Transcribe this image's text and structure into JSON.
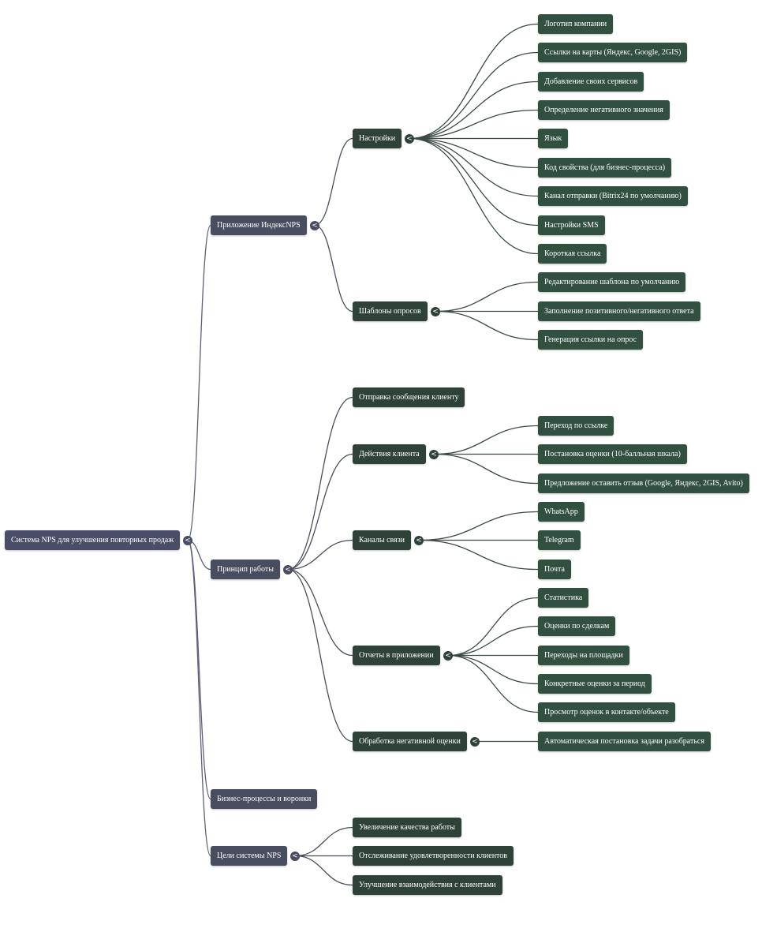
{
  "colors": {
    "root": "#4a4d68",
    "level1": "#484d5f",
    "level2": "#2e4238",
    "level3": "#325040",
    "link_root": "#5d5f78",
    "link_level1": "#4a4e5c",
    "link_level2": "#3b4a42"
  },
  "icons": {
    "expanded": "<",
    "collapsed": ">"
  },
  "root": {
    "label": "Система NPS для улучшения повторных продаж",
    "children": [
      {
        "label": "Приложение ИндексNPS",
        "children": [
          {
            "label": "Настройки",
            "children": [
              {
                "label": "Логотип компании"
              },
              {
                "label": "Ссылки на карты (Яндекс, Google, 2GIS)"
              },
              {
                "label": "Добавление своих сервисов"
              },
              {
                "label": "Определение негативного значения"
              },
              {
                "label": "Язык"
              },
              {
                "label": "Код свойства (для бизнес-процесса)"
              },
              {
                "label": "Канал отправки (Bitrix24 по умолчанию)"
              },
              {
                "label": "Настройки SMS"
              },
              {
                "label": "Короткая ссылка"
              }
            ]
          },
          {
            "label": "Шаблоны опросов",
            "children": [
              {
                "label": "Редактирование шаблона по умолчанию"
              },
              {
                "label": "Заполнение позитивного/негативного ответа"
              },
              {
                "label": "Генерация ссылки на опрос"
              }
            ]
          }
        ]
      },
      {
        "label": "Принцип работы",
        "children": [
          {
            "label": "Отправка сообщения клиенту",
            "collapsed": true
          },
          {
            "label": "Действия клиента",
            "children": [
              {
                "label": "Переход по ссылке"
              },
              {
                "label": "Постановка оценки (10-балльная шкала)"
              },
              {
                "label": "Предложение оставить отзыв (Google, Яндекс, 2GIS, Avito)"
              }
            ]
          },
          {
            "label": "Каналы связи",
            "children": [
              {
                "label": "WhatsApp"
              },
              {
                "label": "Telegram"
              },
              {
                "label": "Почта"
              }
            ]
          },
          {
            "label": "Отчеты в приложении",
            "children": [
              {
                "label": "Статистика"
              },
              {
                "label": "Оценки по сделкам"
              },
              {
                "label": "Переходы на площадки"
              },
              {
                "label": "Конкретные оценки за период"
              },
              {
                "label": "Просмотр оценок в контакте/объекте"
              }
            ]
          },
          {
            "label": "Обработка негативной оценки",
            "children": [
              {
                "label": "Автоматическая постановка задачи разобраться"
              }
            ]
          }
        ]
      },
      {
        "label": "Бизнес-процессы и воронки",
        "collapsed": true
      },
      {
        "label": "Цели системы NPS",
        "children": [
          {
            "label": "Увеличение качества работы"
          },
          {
            "label": "Отслеживание удовлетворенности клиентов"
          },
          {
            "label": "Улучшение взаимодействия с клиентами"
          }
        ]
      }
    ]
  }
}
